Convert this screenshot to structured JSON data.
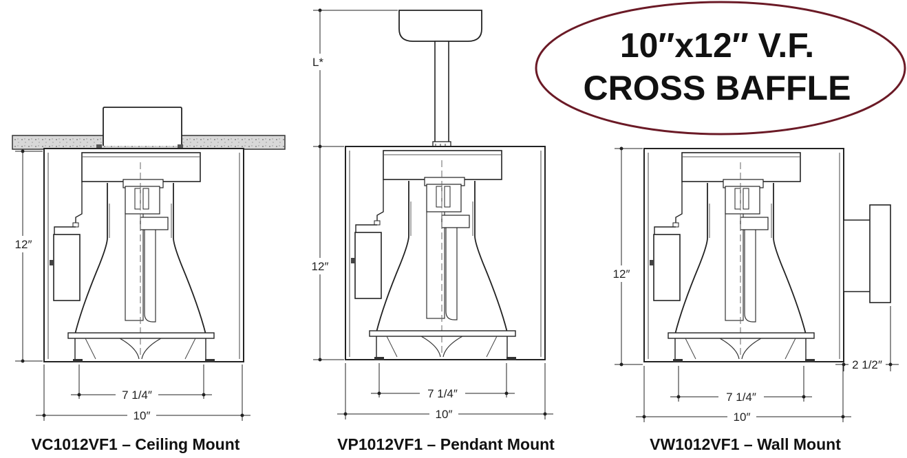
{
  "title": {
    "line1": "10″x12″ V.F.",
    "line2": "CROSS BAFFLE",
    "ellipse_color": "#6b1a26"
  },
  "fixtures": [
    {
      "caption": "VC1012VF1 – Ceiling Mount",
      "height_label": "12″",
      "inner_width_label": "7 1/4″",
      "outer_width_label": "10″"
    },
    {
      "caption": "VP1012VF1 – Pendant Mount",
      "height_label": "12″",
      "stem_length_label": "L*",
      "inner_width_label": "7 1/4″",
      "outer_width_label": "10″"
    },
    {
      "caption": "VW1012VF1 – Wall Mount",
      "height_label": "12″",
      "inner_width_label": "7 1/4″",
      "outer_width_label": "10″",
      "projection_label": "2 1/2″"
    }
  ]
}
